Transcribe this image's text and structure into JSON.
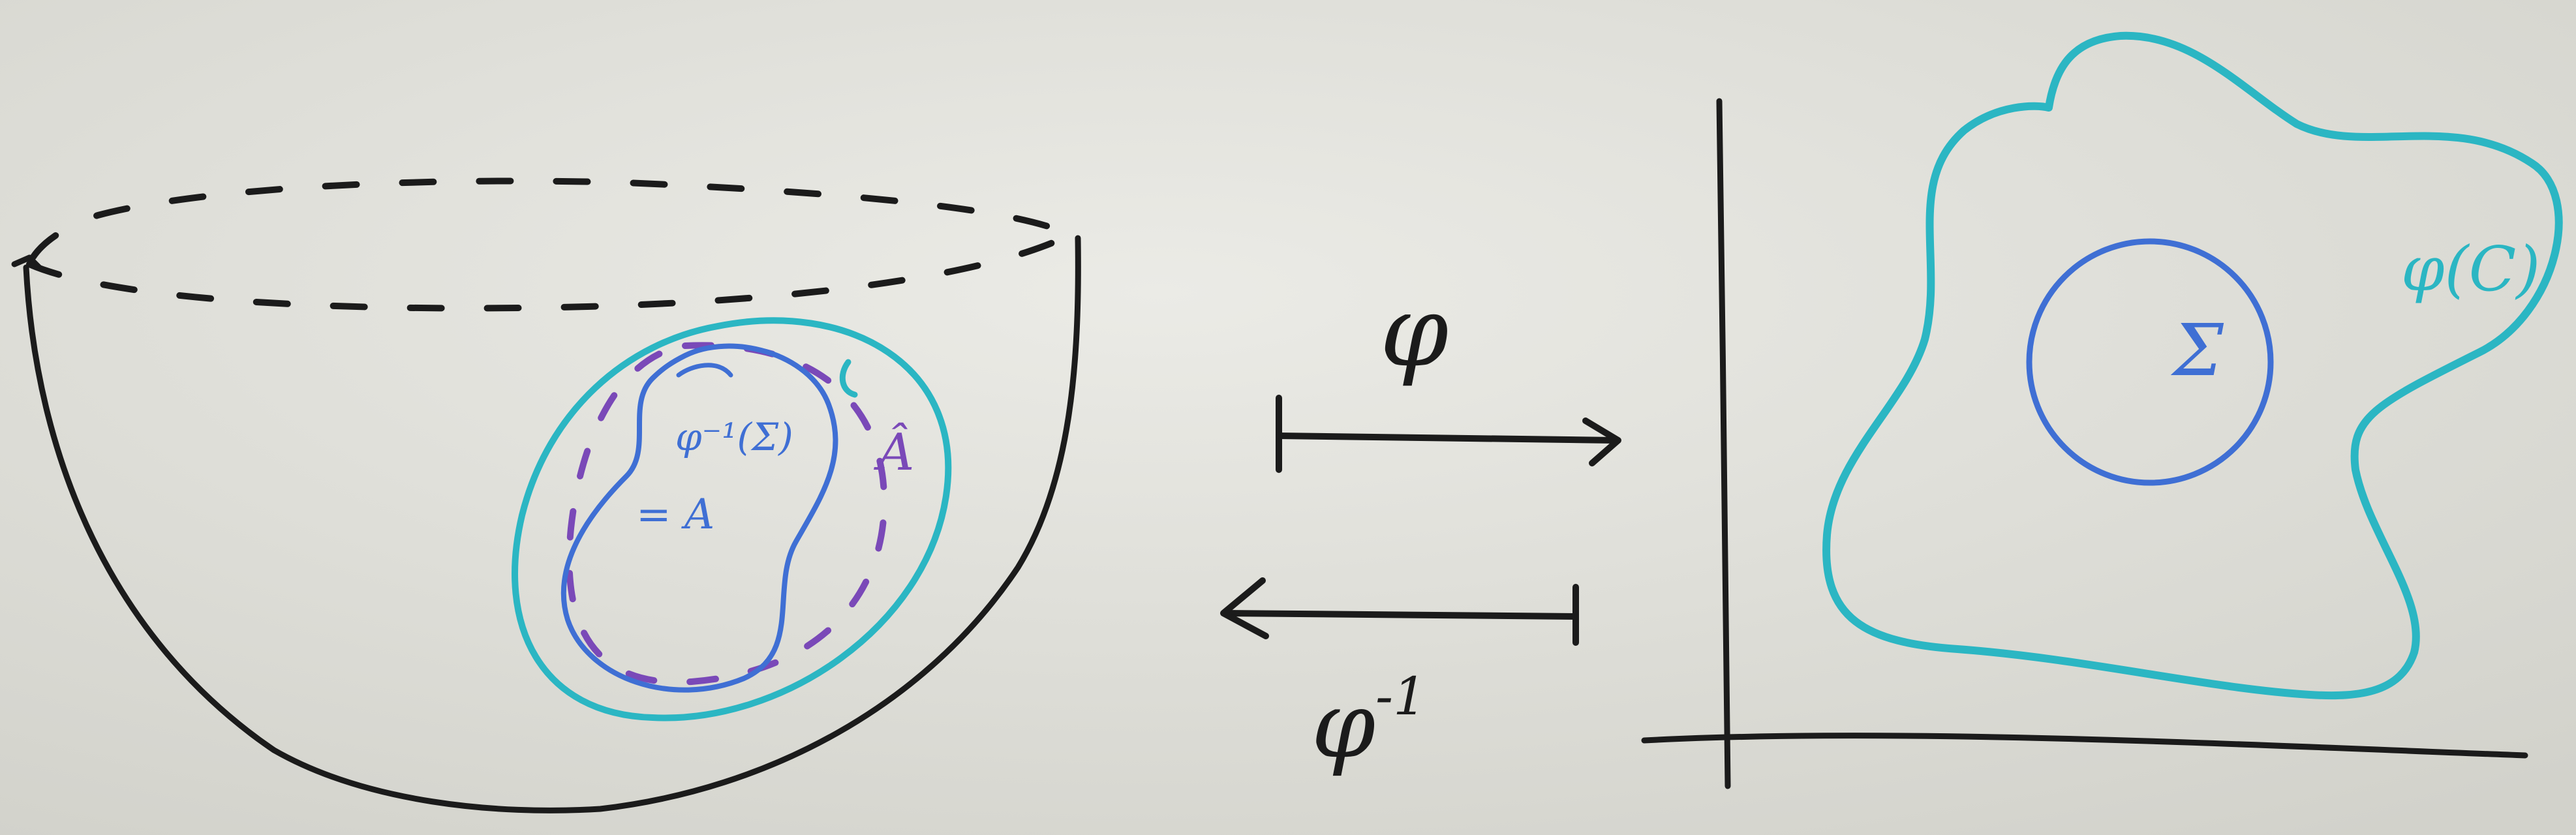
{
  "labels": {
    "phi": "φ",
    "phi_inverse_base": "φ",
    "phi_inverse_exp": "-1",
    "preimage_sigma": "φ⁻¹(Σ)",
    "eq_A": "= A",
    "A_hat": "Â",
    "phi_C": "φ(C)",
    "sigma": "Σ"
  },
  "colors": {
    "board": "#dcdcd6",
    "black_marker": "#1b1b1b",
    "cyan_marker": "#2bb6c3",
    "blue_marker": "#3f6fd4",
    "purple_marker": "#7a49b8"
  }
}
